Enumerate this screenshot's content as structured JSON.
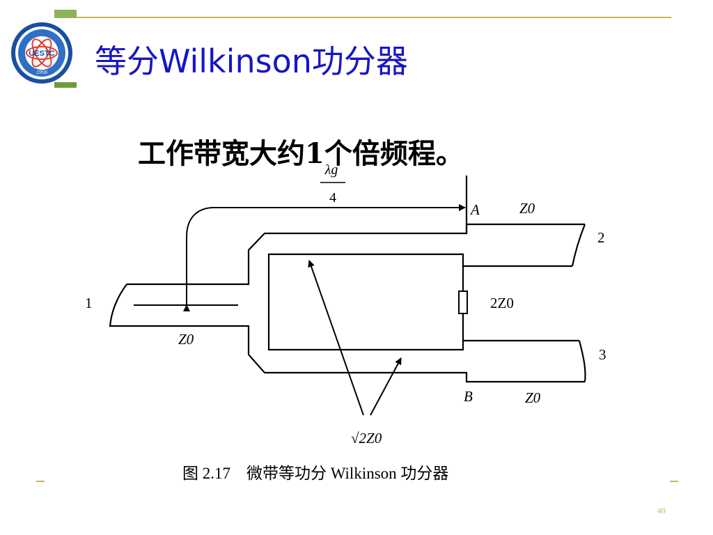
{
  "slide": {
    "title": "等分Wilkinson功分器",
    "subtitle": "工作带宽大约1个倍频程。",
    "page_number": "49"
  },
  "logo": {
    "text": "UESTC",
    "year": "1956"
  },
  "figure": {
    "caption": "图 2.17　微带等功分 Wilkinson 功分器",
    "labels": {
      "quarter_wave_num": "λg",
      "quarter_wave_den": "4",
      "port1": "1",
      "port2": "2",
      "port3": "3",
      "node_a": "A",
      "node_b": "B",
      "z0_input": "Z0",
      "z0_port2": "Z0",
      "z0_port3": "Z0",
      "resistor": "2Z0",
      "branch_impedance": "√2Z0"
    }
  },
  "colors": {
    "title": "#1515c8",
    "accent": "#c8b45a",
    "green": "#6f9a3b"
  }
}
